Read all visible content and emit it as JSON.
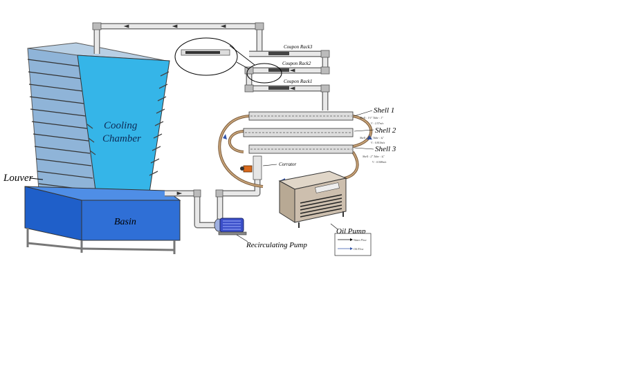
{
  "labels": {
    "cooling_chamber_line1": "Cooling",
    "cooling_chamber_line2": "Chamber",
    "basin": "Basin",
    "louver": "Louver",
    "recirculating_pump": "Recirculating Pump",
    "oil_pump": "Oil Pump",
    "corrator": "Corrator",
    "coupon_rack_3": "Coupon Rack3",
    "coupon_rack_2": "Coupon Rack2",
    "coupon_rack_1": "Coupon Rack1"
  },
  "shells": [
    {
      "name": "Shell 1",
      "spec": "Shell : 1½\"   Tube : 1\"",
      "velocity": "V : 2.57m/s"
    },
    {
      "name": "Shell 2",
      "spec": "Shell : 1¼\"   Tube : ¾\"",
      "velocity": "V : 0.814m/s"
    },
    {
      "name": "Shell 3",
      "spec": "Shell : 2\"   Tube : ¾\"",
      "velocity": "V : 0.508m/s"
    }
  ],
  "legend": {
    "water_flow": "Water Flow",
    "oil_flow": "Oil Flow"
  },
  "colors": {
    "chamber": "#35b5e8",
    "basin": "#2f6fd6",
    "pipe": "#dddddd",
    "oil_tube": "#a07850",
    "oil_pump_body": "#cdbfae"
  }
}
